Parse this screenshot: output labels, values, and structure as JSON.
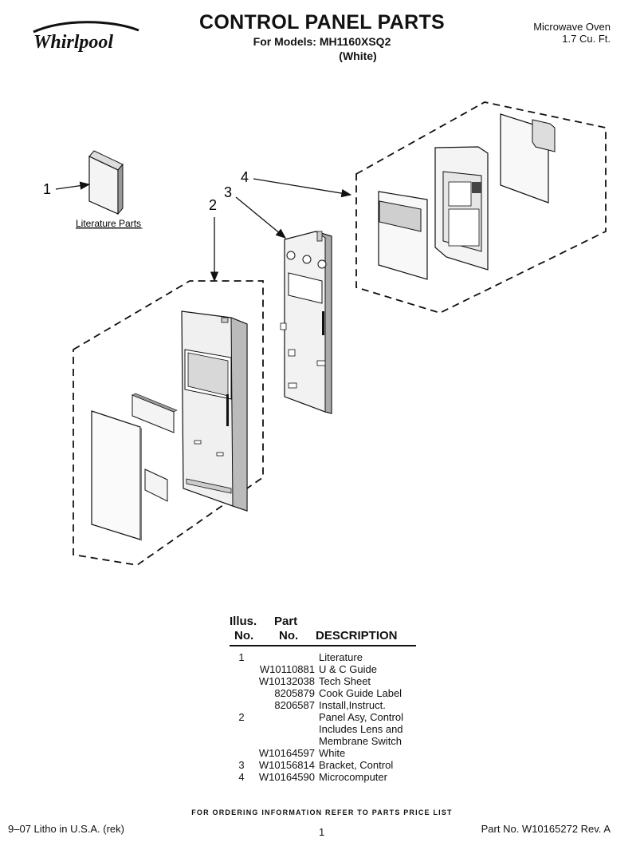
{
  "header": {
    "brand": "Whirlpool",
    "title": "CONTROL PANEL PARTS",
    "models": "For Models: MH1160XSQ2",
    "color": "(White)",
    "product_line1": "Microwave Oven",
    "product_line2": "1.7 Cu. Ft."
  },
  "diagram": {
    "callouts": [
      "1",
      "2",
      "3",
      "4"
    ],
    "literature_label": "Literature Parts"
  },
  "table": {
    "col_illus_top": "Illus.",
    "col_illus_bottom": "No.",
    "col_part_top": "Part",
    "col_part_bottom": "No.",
    "col_desc": "DESCRIPTION",
    "rows": [
      {
        "illus": "1",
        "part": "",
        "desc": "Literature"
      },
      {
        "illus": "",
        "part": "W10110881",
        "desc": "U & C Guide"
      },
      {
        "illus": "",
        "part": "W10132038",
        "desc": "Tech Sheet"
      },
      {
        "illus": "",
        "part": "8205879",
        "desc": "Cook Guide Label"
      },
      {
        "illus": "",
        "part": "8206587",
        "desc": "Install,Instruct."
      },
      {
        "illus": "2",
        "part": "",
        "desc": "Panel Asy, Control"
      },
      {
        "illus": "",
        "part": "",
        "desc": "Includes Lens and"
      },
      {
        "illus": "",
        "part": "",
        "desc": "Membrane Switch"
      },
      {
        "illus": "",
        "part": "W10164597",
        "desc": "White"
      },
      {
        "illus": "3",
        "part": "W10156814",
        "desc": "Bracket, Control"
      },
      {
        "illus": "4",
        "part": "W10164590",
        "desc": "Microcomputer"
      }
    ]
  },
  "footer": {
    "ordering": "FOR ORDERING INFORMATION REFER TO PARTS PRICE LIST",
    "litho": "9–07 Litho in U.S.A. (rek)",
    "page": "1",
    "part_no": "Part No. W10165272 Rev. A"
  }
}
